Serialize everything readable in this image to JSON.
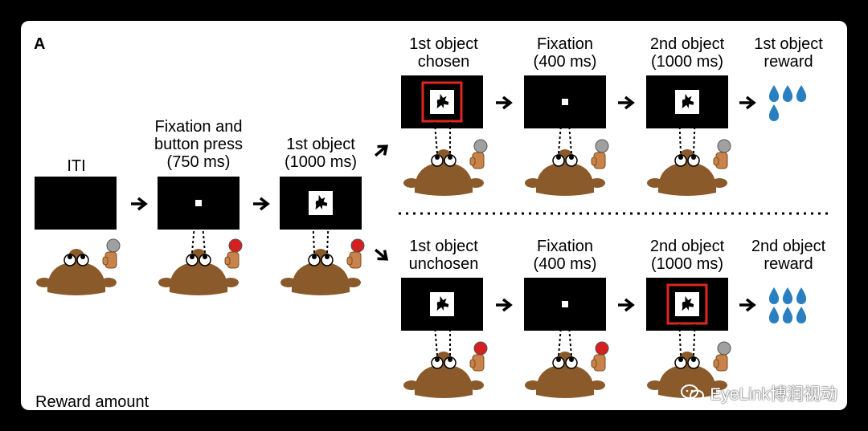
{
  "panel_letter": "A",
  "labels": {
    "iti": "ITI",
    "fixation_press_1": "Fixation and",
    "fixation_press_2": "button press",
    "fixation_press_3": "(750 ms)",
    "obj1_1": "1st object",
    "obj1_2": "(1000 ms)",
    "top_chosen_1": "1st object",
    "top_chosen_2": "chosen",
    "top_fix_1": "Fixation",
    "top_fix_2": "(400 ms)",
    "top_obj2_1": "2nd object",
    "top_obj2_2": "(1000 ms)",
    "top_reward_1": "1st object",
    "top_reward_2": "reward",
    "bot_unchosen_1": "1st object",
    "bot_unchosen_2": "unchosen",
    "bot_fix_1": "Fixation",
    "bot_fix_2": "(400 ms)",
    "bot_obj2_1": "2nd object",
    "bot_obj2_2": "(1000 ms)",
    "bot_reward_1": "2nd object",
    "bot_reward_2": "reward"
  },
  "footer": "Reward amount",
  "watermark": "EyeLink博润视动",
  "colors": {
    "screen": "#000000",
    "monkey": "#8B5A2B",
    "monkey_dark": "#6b4220",
    "hand": "#c8834a",
    "button_active": "#d42020",
    "button_idle": "#a0a0a0",
    "highlight_box": "#e0261f",
    "water_drop": "#2a7fc0"
  },
  "icons": [
    "monkey-icon",
    "hand-button-icon",
    "water-drop-icon",
    "arrow-icon",
    "wechat-icon"
  ]
}
